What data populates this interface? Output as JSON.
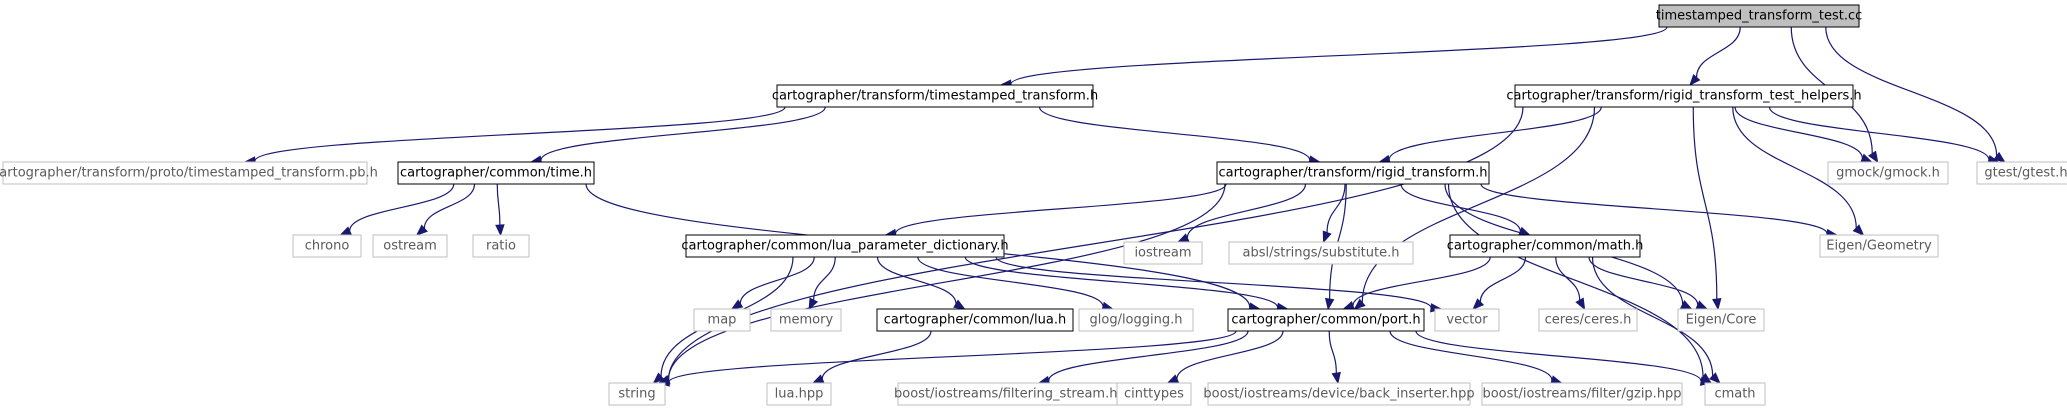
{
  "graph": {
    "nodes": [
      {
        "id": "root",
        "label": "timestamped_transform_test.cc",
        "kind": "root"
      },
      {
        "id": "tt",
        "label": "cartographer/transform/timestamped_transform.h",
        "kind": "internal"
      },
      {
        "id": "rtth",
        "label": "cartographer/transform/rigid_transform_test_helpers.h",
        "kind": "internal"
      },
      {
        "id": "ttpb",
        "label": "cartographer/transform/proto/timestamped_transform.pb.h",
        "kind": "external"
      },
      {
        "id": "time",
        "label": "cartographer/common/time.h",
        "kind": "internal"
      },
      {
        "id": "rt",
        "label": "cartographer/transform/rigid_transform.h",
        "kind": "internal"
      },
      {
        "id": "gmock",
        "label": "gmock/gmock.h",
        "kind": "external"
      },
      {
        "id": "gtest",
        "label": "gtest/gtest.h",
        "kind": "external"
      },
      {
        "id": "chrono",
        "label": "chrono",
        "kind": "external"
      },
      {
        "id": "ostream",
        "label": "ostream",
        "kind": "external"
      },
      {
        "id": "ratio",
        "label": "ratio",
        "kind": "external"
      },
      {
        "id": "lpd",
        "label": "cartographer/common/lua_parameter_dictionary.h",
        "kind": "internal"
      },
      {
        "id": "iostream",
        "label": "iostream",
        "kind": "external"
      },
      {
        "id": "absl",
        "label": "absl/strings/substitute.h",
        "kind": "external"
      },
      {
        "id": "math",
        "label": "cartographer/common/math.h",
        "kind": "internal"
      },
      {
        "id": "eigengeo",
        "label": "Eigen/Geometry",
        "kind": "external"
      },
      {
        "id": "map",
        "label": "map",
        "kind": "external"
      },
      {
        "id": "memory",
        "label": "memory",
        "kind": "external"
      },
      {
        "id": "lua",
        "label": "cartographer/common/lua.h",
        "kind": "internal"
      },
      {
        "id": "glog",
        "label": "glog/logging.h",
        "kind": "external"
      },
      {
        "id": "port",
        "label": "cartographer/common/port.h",
        "kind": "internal"
      },
      {
        "id": "vector",
        "label": "vector",
        "kind": "external"
      },
      {
        "id": "ceres",
        "label": "ceres/ceres.h",
        "kind": "external"
      },
      {
        "id": "eigencore",
        "label": "Eigen/Core",
        "kind": "external"
      },
      {
        "id": "string",
        "label": "string",
        "kind": "external"
      },
      {
        "id": "luahpp",
        "label": "lua.hpp",
        "kind": "external"
      },
      {
        "id": "filtstream",
        "label": "boost/iostreams/filtering_stream.hpp",
        "kind": "external"
      },
      {
        "id": "cinttypes",
        "label": "cinttypes",
        "kind": "external"
      },
      {
        "id": "backins",
        "label": "boost/iostreams/device/back_inserter.hpp",
        "kind": "external"
      },
      {
        "id": "gzip",
        "label": "boost/iostreams/filter/gzip.hpp",
        "kind": "external"
      },
      {
        "id": "cmath",
        "label": "cmath",
        "kind": "external"
      }
    ],
    "edges": [
      [
        "root",
        "tt"
      ],
      [
        "root",
        "rtth"
      ],
      [
        "root",
        "gmock"
      ],
      [
        "root",
        "gtest"
      ],
      [
        "tt",
        "ttpb"
      ],
      [
        "tt",
        "time"
      ],
      [
        "tt",
        "rt"
      ],
      [
        "rtth",
        "string"
      ],
      [
        "rtth",
        "port"
      ],
      [
        "rtth",
        "rt"
      ],
      [
        "rtth",
        "gmock"
      ],
      [
        "rtth",
        "gtest"
      ],
      [
        "rtth",
        "eigengeo"
      ],
      [
        "rtth",
        "eigencore"
      ],
      [
        "time",
        "chrono"
      ],
      [
        "time",
        "ostream"
      ],
      [
        "time",
        "ratio"
      ],
      [
        "time",
        "port"
      ],
      [
        "rt",
        "string"
      ],
      [
        "rt",
        "lpd"
      ],
      [
        "rt",
        "iostream"
      ],
      [
        "rt",
        "absl"
      ],
      [
        "rt",
        "math"
      ],
      [
        "rt",
        "eigengeo"
      ],
      [
        "rt",
        "eigencore"
      ],
      [
        "rt",
        "port"
      ],
      [
        "rt",
        "cmath"
      ],
      [
        "lpd",
        "string"
      ],
      [
        "lpd",
        "map"
      ],
      [
        "lpd",
        "memory"
      ],
      [
        "lpd",
        "lua"
      ],
      [
        "lpd",
        "glog"
      ],
      [
        "lpd",
        "port"
      ],
      [
        "lpd",
        "vector"
      ],
      [
        "math",
        "port"
      ],
      [
        "math",
        "vector"
      ],
      [
        "math",
        "ceres"
      ],
      [
        "math",
        "eigencore"
      ],
      [
        "math",
        "cmath"
      ],
      [
        "lua",
        "luahpp"
      ],
      [
        "port",
        "string"
      ],
      [
        "port",
        "filtstream"
      ],
      [
        "port",
        "cinttypes"
      ],
      [
        "port",
        "backins"
      ],
      [
        "port",
        "gzip"
      ],
      [
        "port",
        "cmath"
      ]
    ]
  }
}
